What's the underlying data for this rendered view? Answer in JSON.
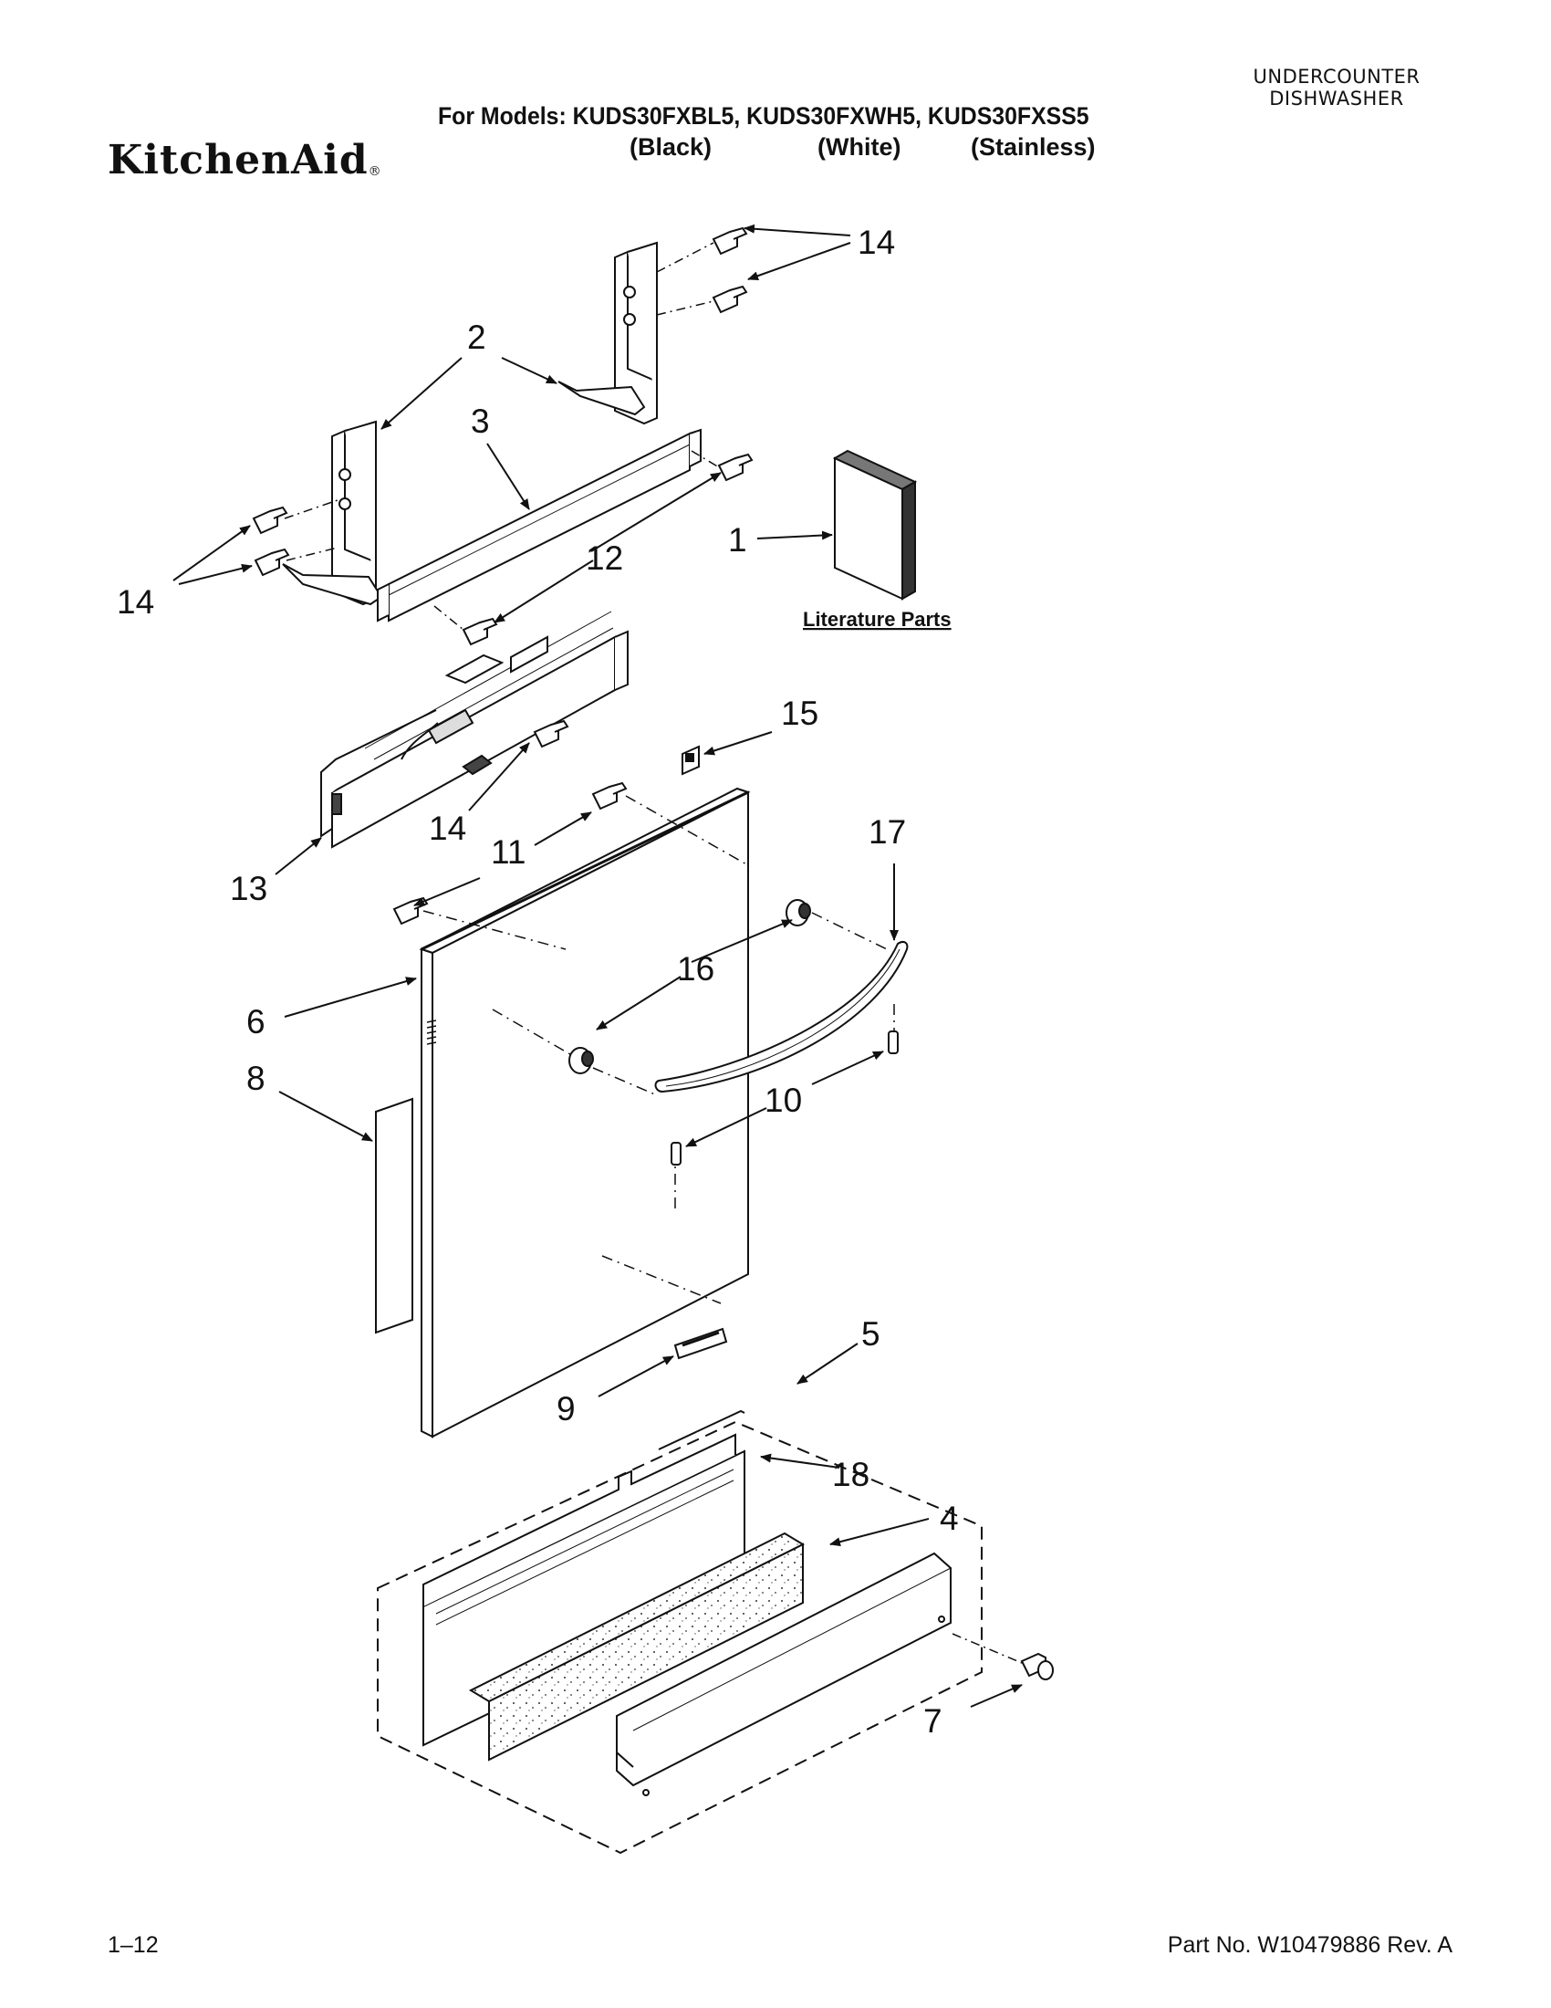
{
  "header": {
    "category_line1": "UNDERCOUNTER",
    "category_line2": "DISHWASHER",
    "models_line": "For Models: KUDS30FXBL5, KUDS30FXWH5, KUDS30FXSS5",
    "color_black": "(Black)",
    "color_white": "(White)",
    "color_stainless": "(Stainless)",
    "brand": "KitchenAid",
    "brand_mark": "®"
  },
  "diagram": {
    "literature_label": "Literature Parts",
    "callouts": {
      "c1": "1",
      "c2": "2",
      "c3": "3",
      "c4": "4",
      "c5": "5",
      "c6": "6",
      "c7": "7",
      "c8": "8",
      "c9": "9",
      "c10": "10",
      "c11": "11",
      "c12": "12",
      "c13": "13",
      "c14": "14",
      "c15": "15",
      "c16": "16",
      "c17": "17",
      "c18": "18"
    }
  },
  "footer": {
    "page": "1–12",
    "part_no": "Part No. W10479886 Rev. A"
  }
}
